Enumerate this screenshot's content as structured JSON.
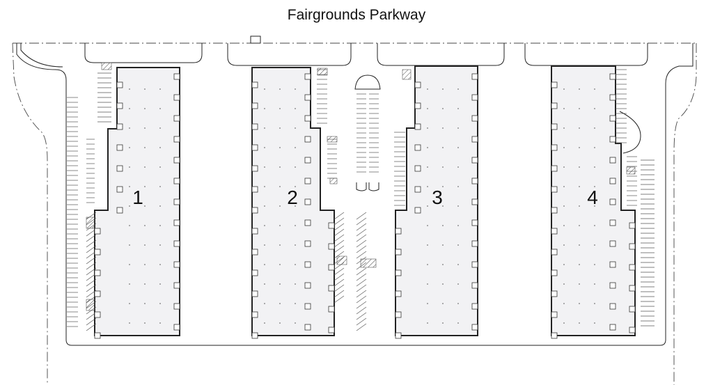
{
  "street": {
    "name": "Fairgrounds Parkway"
  },
  "buildings": [
    {
      "number": "1"
    },
    {
      "number": "2"
    },
    {
      "number": "3"
    },
    {
      "number": "4"
    }
  ]
}
